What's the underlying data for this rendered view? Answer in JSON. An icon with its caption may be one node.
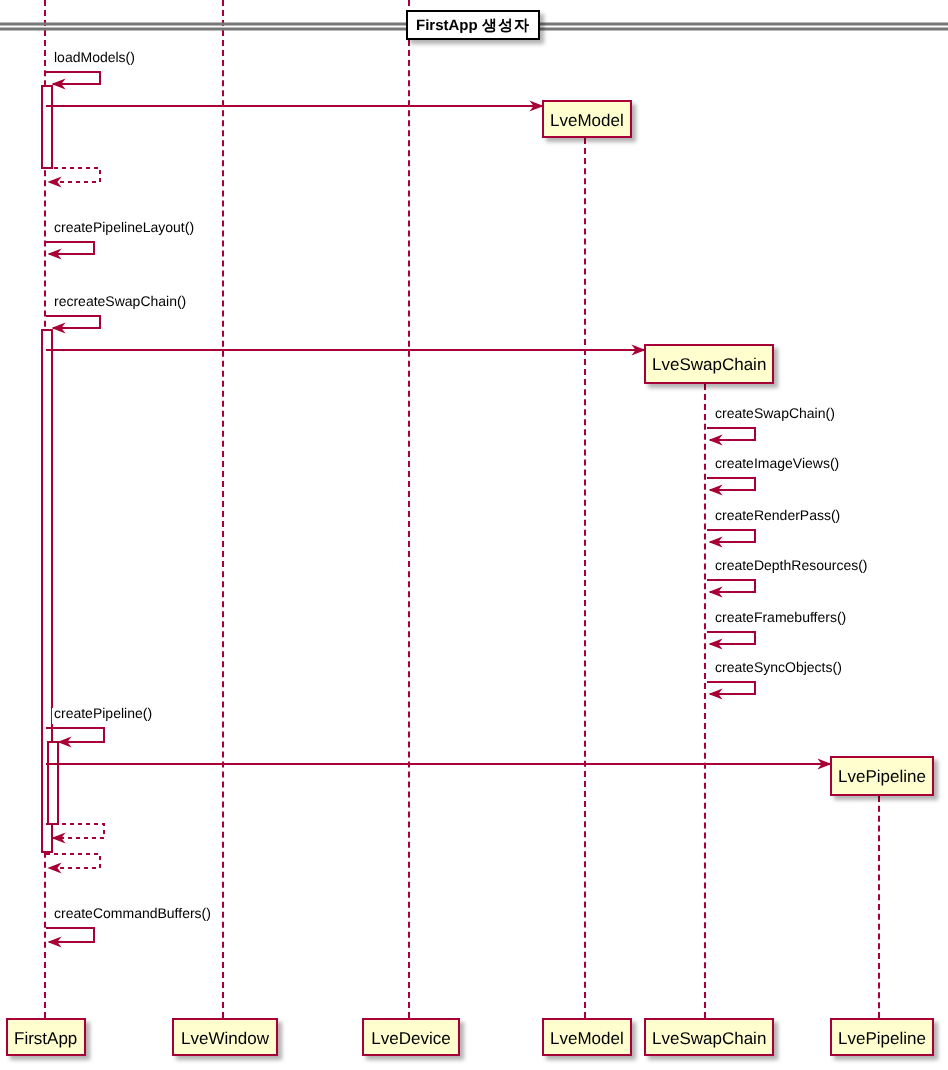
{
  "diagram": {
    "nodes": [
      {
        "text": [
          "LveModel"
        ]
      },
      {
        "text": [
          "LveSwapChain"
        ]
      },
      {
        "text": [
          "LvePipeline"
        ]
      },
      {
        "text": [
          "FirstApp"
        ]
      },
      {
        "text": [
          "LveWindow"
        ]
      },
      {
        "text": [
          "LveDevice"
        ]
      },
      {
        "text": [
          "LveModel"
        ]
      },
      {
        "text": [
          "LveSwapChain"
        ]
      },
      {
        "text": [
          "LvePipeline"
        ]
      },
      {
        "text": [],
        "shape": "bar"
      },
      {
        "text": [],
        "shape": "bar"
      },
      {
        "text": [],
        "shape": "bar"
      },
      {
        "text": [],
        "shape": "bar"
      },
      {
        "text": [],
        "shape": "bar"
      },
      {
        "text": [],
        "shape": "bar"
      }
    ],
    "edges": [
      {
        "from": 9,
        "to": 9,
        "arrow": "to",
        "label": "loadModels()"
      },
      {
        "from": 9,
        "to": 0,
        "arrow": "to"
      },
      {
        "from": 9,
        "to": 9,
        "arrow": "to",
        "style": "dashed"
      },
      {
        "from": 9,
        "to": 9,
        "arrow": "to",
        "label": "createPipelineLayout()"
      },
      {
        "from": 9,
        "to": 9,
        "arrow": "to",
        "label": "recreateSwapChain()"
      },
      {
        "from": 9,
        "to": 1,
        "arrow": "to"
      },
      {
        "from": 13,
        "to": 13,
        "arrow": "to",
        "label": "createSwapChain()"
      },
      {
        "from": 13,
        "to": 13,
        "arrow": "to",
        "label": "createImageViews()"
      },
      {
        "from": 13,
        "to": 13,
        "arrow": "to",
        "label": "createRenderPass()"
      },
      {
        "from": 13,
        "to": 13,
        "arrow": "to",
        "label": "createDepthResources()"
      },
      {
        "from": 13,
        "to": 13,
        "arrow": "to",
        "label": "createFramebuffers()"
      },
      {
        "from": 13,
        "to": 13,
        "arrow": "to",
        "label": "createSyncObjects()"
      },
      {
        "from": 9,
        "to": 9,
        "arrow": "to",
        "label": "createPipeline()"
      },
      {
        "from": 9,
        "to": 2,
        "arrow": "to"
      },
      {
        "from": 9,
        "to": 9,
        "arrow": "to",
        "style": "dashed"
      },
      {
        "from": 9,
        "to": 9,
        "arrow": "to",
        "style": "dashed"
      },
      {
        "from": 9,
        "to": 9,
        "arrow": "to",
        "label": "createCommandBuffers()"
      }
    ],
    "labels": [
      "FirstApp 생성자"
    ]
  }
}
